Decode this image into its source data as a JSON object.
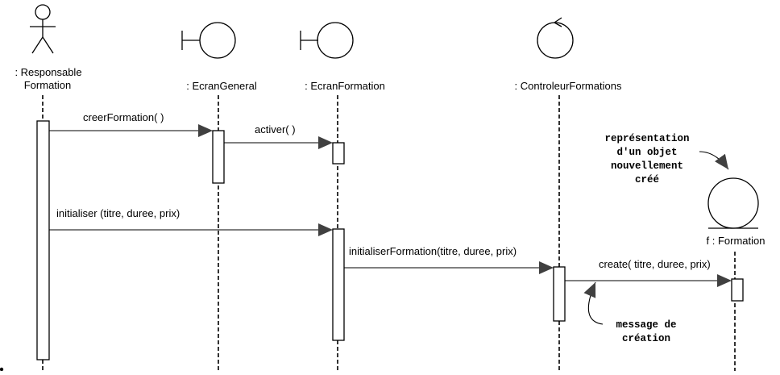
{
  "participants": {
    "responsable": {
      "line1": ": Responsable",
      "line2": "Formation",
      "icon": "actor-icon"
    },
    "ecran_general": {
      "label": ": EcranGeneral",
      "icon": "boundary-icon"
    },
    "ecran_formation": {
      "label": ": EcranFormation",
      "icon": "boundary-icon"
    },
    "controleur": {
      "label": ": ControleurFormations",
      "icon": "control-icon"
    },
    "formation": {
      "label": "f : Formation",
      "icon": "entity-icon"
    }
  },
  "messages": {
    "creer_formation": "creerFormation( )",
    "activer": "activer( )",
    "initialiser": "initialiser (titre, duree, prix)",
    "initialiser_formation": "initialiserFormation(titre, duree, prix)",
    "create": "create( titre, duree, prix)"
  },
  "notes": {
    "new_object": [
      "représentation",
      "d'un objet",
      "nouvellement",
      "créé"
    ],
    "creation_message": [
      "message de",
      "création"
    ]
  },
  "colors": {
    "line": "#000000",
    "arrowhead": "#404040",
    "background": "#ffffff"
  }
}
